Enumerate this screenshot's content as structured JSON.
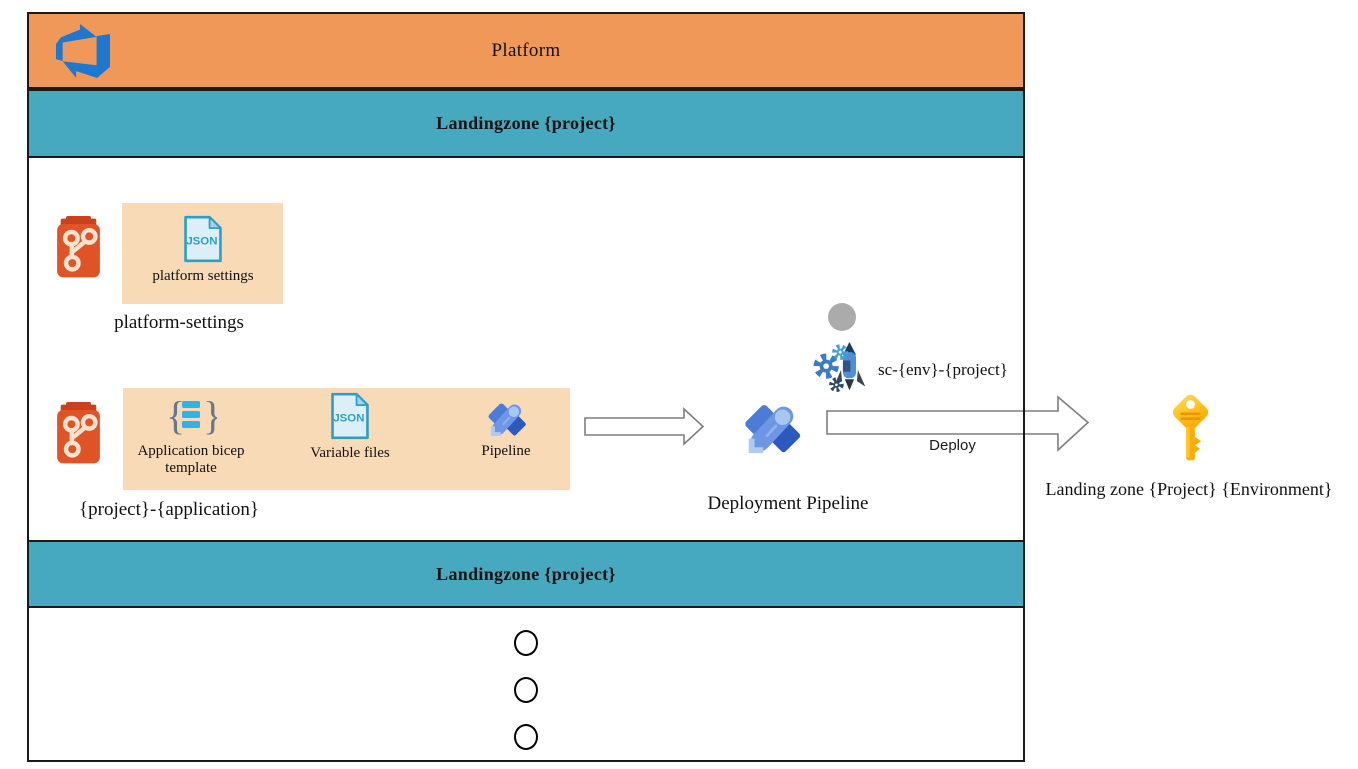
{
  "platform_banner": {
    "title": "Platform",
    "icon": "azure-devops-icon"
  },
  "landingzone_banner_top": {
    "title": "Landingzone {project}"
  },
  "landingzone_banner_bottom": {
    "title": "Landingzone {project}"
  },
  "repo_platform_settings": {
    "icon": "git-repo-icon",
    "items": [
      {
        "icon": "json-file-icon",
        "icon_text": "JSON",
        "label": "platform settings"
      }
    ],
    "name": "platform-settings"
  },
  "repo_project_application": {
    "icon": "git-repo-icon",
    "items": [
      {
        "icon": "bicep-template-icon",
        "label": "Application bicep template"
      },
      {
        "icon": "json-file-icon",
        "icon_text": "JSON",
        "label": "Variable files"
      },
      {
        "icon": "pipeline-rocket-icon",
        "label": "Pipeline"
      }
    ],
    "name": "{project}-{application}"
  },
  "deployment_pipeline": {
    "icon": "pipeline-rocket-icon",
    "label": "Deployment Pipeline"
  },
  "service_connection": {
    "icon": "service-connection-icon",
    "label": "sc-{env}-{project}"
  },
  "deploy_arrow": {
    "label": "Deploy"
  },
  "landing_zone": {
    "icon": "key-icon",
    "label": "Landing zone {Project} {Environment}"
  },
  "more_landingzones_ellipsis": {
    "circle_count": 3
  },
  "colors": {
    "banner_orange": "#F09858",
    "banner_teal": "#47A9BF",
    "repo_box_peach": "#F9DAB7",
    "git_icon_orange": "#DF5327",
    "pipeline_blue": "#4B7CD6",
    "json_icon_blue": "#2D9FC6",
    "bicep_bar_cyan": "#2FB4E9",
    "key_gold": "#FFAD00",
    "devops_logo_blue": "#1E78D0",
    "arrow_outline_gray": "#7F7F7F",
    "box_border_black": "#1A1A1A",
    "gray_dot": "#ABABAB"
  }
}
